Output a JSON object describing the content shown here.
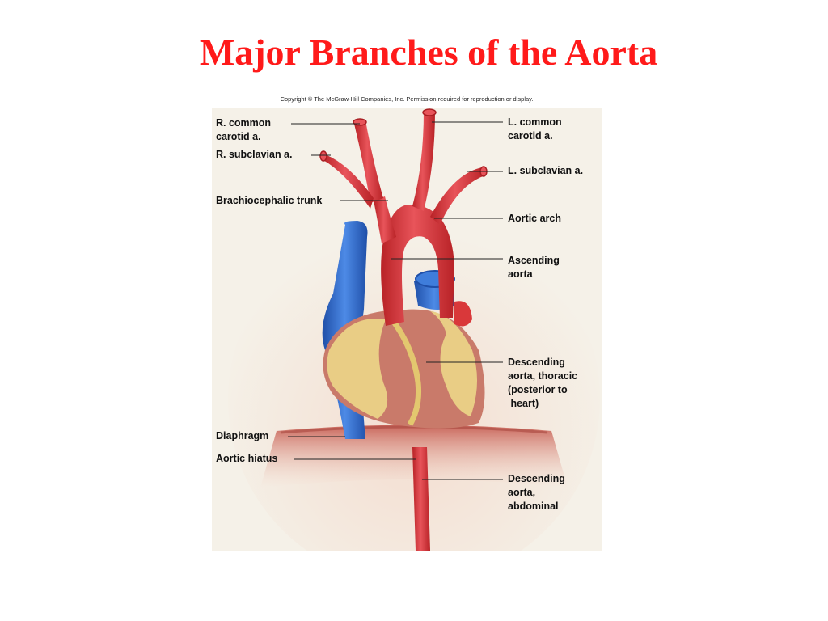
{
  "title": "Major Branches of the Aorta",
  "copyright": "Copyright © The McGraw-Hill Companies, Inc. Permission required for reproduction or display.",
  "labels_left": {
    "r_common_carotid": "R. common\ncarotid a.",
    "r_subclavian": "R. subclavian a.",
    "brachiocephalic": "Brachiocephalic trunk",
    "diaphragm": "Diaphragm",
    "aortic_hiatus": "Aortic hiatus"
  },
  "labels_right": {
    "l_common_carotid": "L. common\ncarotid a.",
    "l_subclavian": "L. subclavian a.",
    "aortic_arch": "Aortic arch",
    "ascending_aorta": "Ascending\naorta",
    "descending_thoracic": "Descending\naorta, thoracic\n(posterior to\n heart)",
    "descending_abdominal": "Descending\naorta,\nabdominal"
  },
  "colors": {
    "title": "#ff1a1a",
    "artery": "#d9383a",
    "vein": "#2f6fd1",
    "fat": "#eedc8a",
    "muscle": "#c97a6a",
    "background": "#f5f1e8"
  }
}
